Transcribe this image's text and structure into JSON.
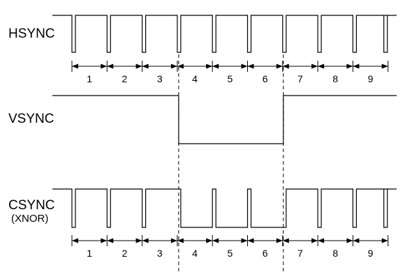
{
  "signals": {
    "hsync": "HSYNC",
    "vsync": "VSYNC",
    "csync": "CSYNC",
    "csync_note": "(XNOR)"
  },
  "periods": [
    "1",
    "2",
    "3",
    "4",
    "5",
    "6",
    "7",
    "8",
    "9"
  ],
  "vsync_low_periods": [
    "4",
    "5",
    "6"
  ]
}
